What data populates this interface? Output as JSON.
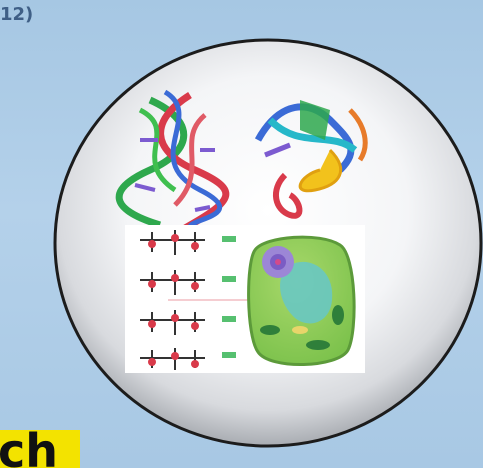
{
  "page": {
    "corner_text_line1": "",
    "corner_text_line2": "12)",
    "bottom_label": "ch"
  },
  "colors": {
    "background": "#b4d1ea",
    "circle_border": "#1c1c1c",
    "highlight": "#f3e300",
    "heading_text": "#3f5f86"
  },
  "illustrations": [
    {
      "name": "dna-helix-structure"
    },
    {
      "name": "protein-ribbon-structure"
    },
    {
      "name": "molecular-chain-diagram"
    },
    {
      "name": "plant-cell-diagram"
    }
  ]
}
